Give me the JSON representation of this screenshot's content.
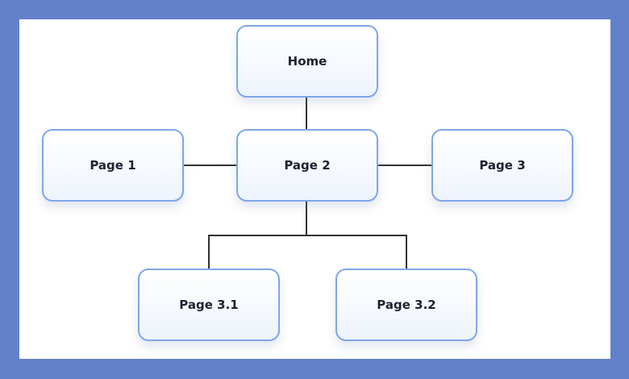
{
  "diagram": {
    "nodes": {
      "home": "Home",
      "page1": "Page 1",
      "page2": "Page 2",
      "page3": "Page 3",
      "page3_1": "Page 3.1",
      "page3_2": "Page 3.2"
    },
    "colors": {
      "frame": "#6381cb",
      "canvas": "#ffffff",
      "node_border": "#7fa6e6",
      "connector": "#333333",
      "text": "#1d2330"
    }
  }
}
